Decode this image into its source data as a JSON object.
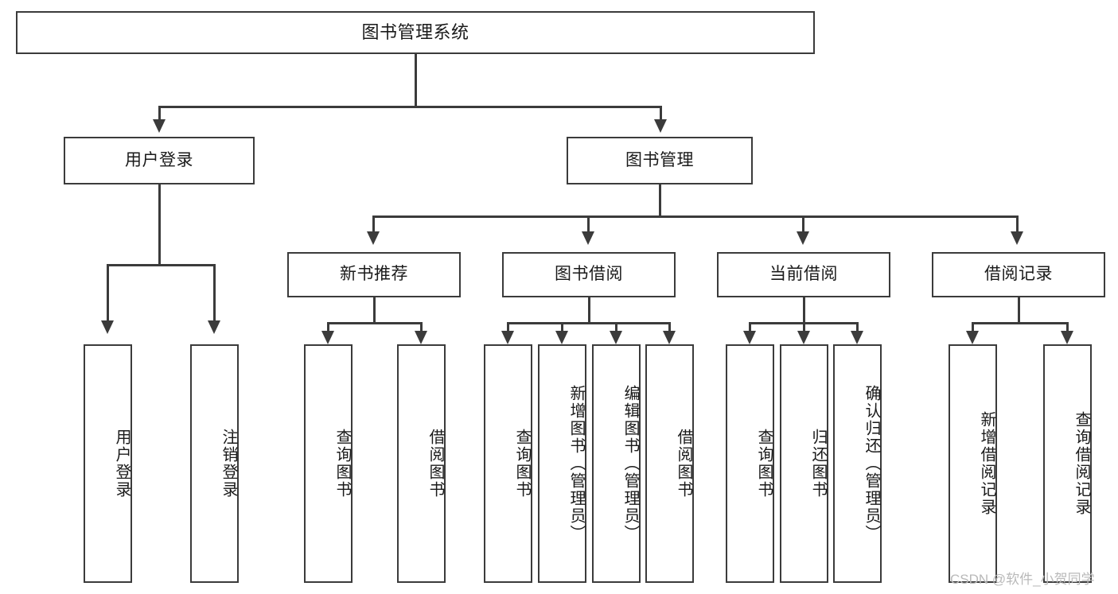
{
  "diagram": {
    "title": "图书管理系统",
    "watermark": "CSDN @软件_小贺同学"
  },
  "root": {
    "label": "图书管理系统"
  },
  "level2": [
    {
      "label": "用户登录"
    },
    {
      "label": "图书管理"
    }
  ],
  "level3": [
    {
      "label": "新书推荐"
    },
    {
      "label": "图书借阅"
    },
    {
      "label": "当前借阅"
    },
    {
      "label": "借阅记录"
    }
  ],
  "leaves": {
    "user_login": [
      {
        "label": "用户登录"
      },
      {
        "label": "注销登录"
      }
    ],
    "new_book": [
      {
        "label": "查询图书"
      },
      {
        "label": "借阅图书"
      }
    ],
    "book_borrow": [
      {
        "label": "查询图书"
      },
      {
        "label": "新增图书（管理员）"
      },
      {
        "label": "编辑图书（管理员）"
      },
      {
        "label": "借阅图书"
      }
    ],
    "current_borrow": [
      {
        "label": "查询图书"
      },
      {
        "label": "归还图书"
      },
      {
        "label": "确认归还（管理员）"
      }
    ],
    "borrow_record": [
      {
        "label": "新增借阅记录"
      },
      {
        "label": "查询借阅记录"
      }
    ]
  },
  "colors": {
    "stroke": "#3b3b3b",
    "background": "#ffffff",
    "text": "#1a1a1a",
    "watermark": "#b9b9b9"
  }
}
